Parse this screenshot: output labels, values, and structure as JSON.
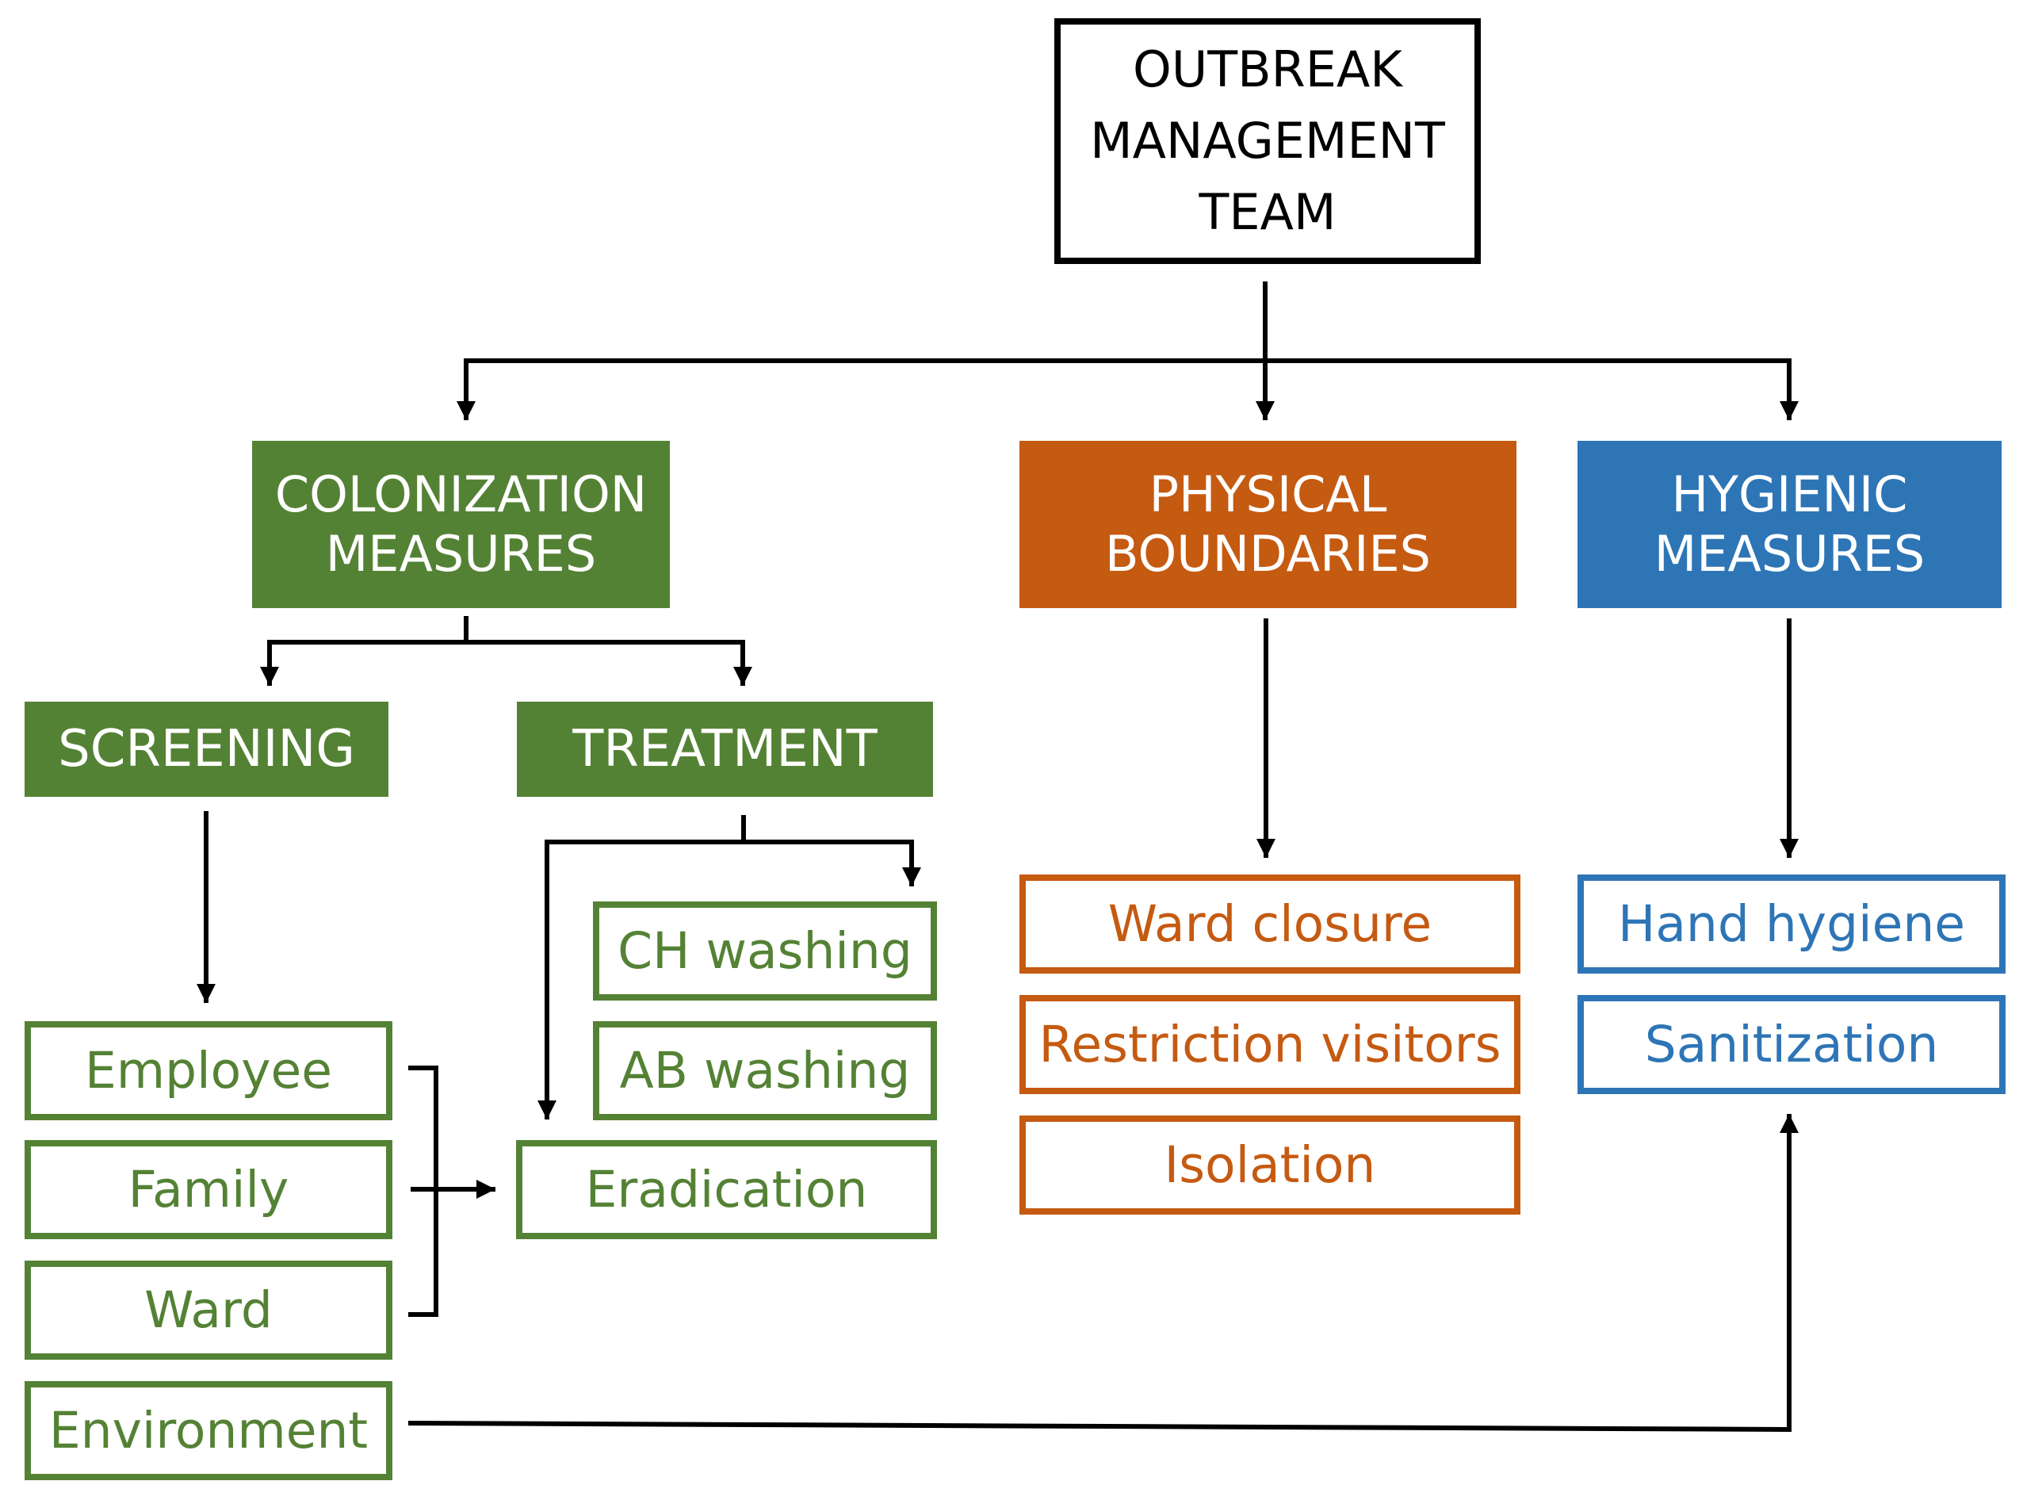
{
  "colors": {
    "green": "#548235",
    "orange": "#C55A11",
    "blue": "#2E75B6",
    "black": "#000000"
  },
  "root": {
    "lines": [
      "OUTBREAK",
      "MANAGEMENT",
      "TEAM"
    ]
  },
  "branches": {
    "colonization": {
      "lines": [
        "COLONIZATION",
        "MEASURES"
      ],
      "screening": {
        "label": "SCREENING",
        "items": [
          "Employee",
          "Family",
          "Ward",
          "Environment"
        ]
      },
      "treatment": {
        "label": "TREATMENT",
        "items": [
          "CH washing",
          "AB washing",
          "Eradication"
        ]
      }
    },
    "physical": {
      "lines": [
        "PHYSICAL",
        "BOUNDARIES"
      ],
      "items": [
        "Ward closure",
        "Restriction visitors",
        "Isolation"
      ]
    },
    "hygienic": {
      "lines": [
        "HYGIENIC",
        "MEASURES"
      ],
      "items": [
        "Hand hygiene",
        "Sanitization"
      ]
    }
  }
}
